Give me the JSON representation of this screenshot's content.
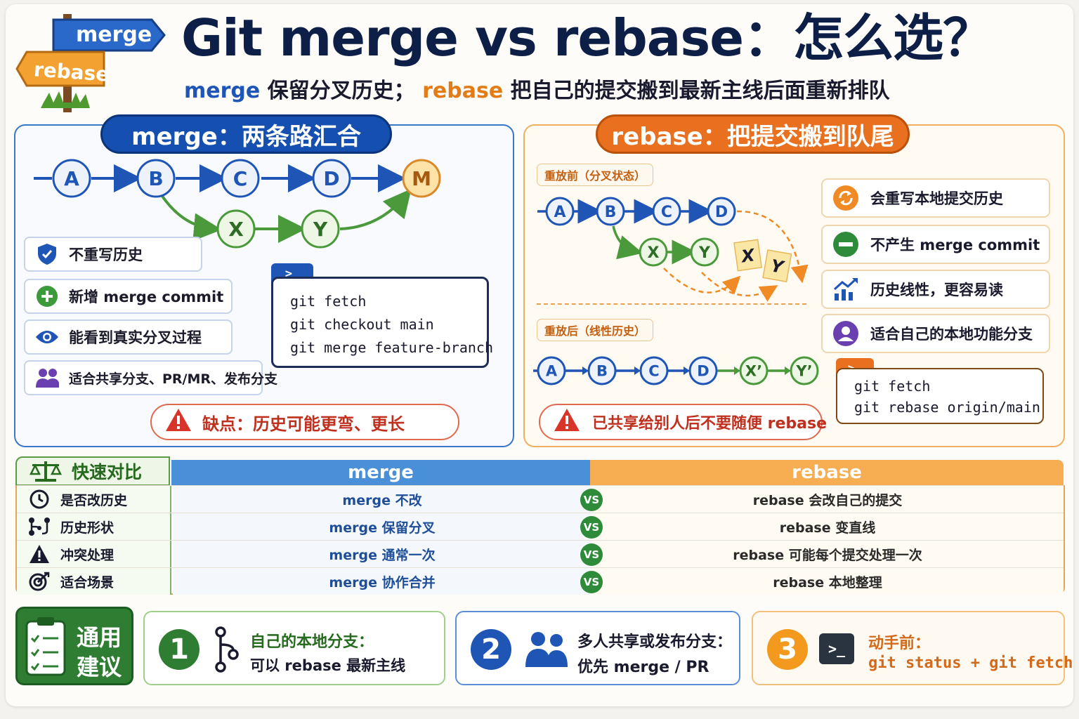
{
  "header": {
    "sign_top": "merge",
    "sign_bottom": "rebase",
    "title": "Git merge vs rebase：怎么选？",
    "subtitle_merge": "merge",
    "subtitle_part1": " 保留分叉历史；",
    "subtitle_rebase": "rebase",
    "subtitle_part2": " 把自己的提交搬到最新主线后面重新排队"
  },
  "merge_panel": {
    "title": "merge：两条路汇合",
    "graph": {
      "main_commits": [
        "A",
        "B",
        "C",
        "D",
        "M"
      ],
      "branch_commits": [
        "X",
        "Y"
      ]
    },
    "features": [
      {
        "icon": "shield-icon",
        "text": "不重写历史"
      },
      {
        "icon": "plus-icon",
        "text": "新增 merge commit"
      },
      {
        "icon": "eye-icon",
        "text": "能看到真实分叉过程"
      },
      {
        "icon": "users-icon",
        "text": "适合共享分支、PR/MR、发布分支"
      }
    ],
    "terminal_prompt": ">_",
    "code": [
      "git fetch",
      "git checkout main",
      "git merge feature-branch"
    ],
    "warning": "缺点：历史可能更弯、更长"
  },
  "rebase_panel": {
    "title": "rebase：把提交搬到队尾",
    "before_label": "重放前（分叉状态）",
    "after_label": "重放后（线性历史）",
    "before_main": [
      "A",
      "B",
      "C",
      "D"
    ],
    "before_branch": [
      "X",
      "Y"
    ],
    "moving_notes": [
      "X",
      "Y"
    ],
    "after_line": [
      "A",
      "B",
      "C",
      "D",
      "X’",
      "Y’"
    ],
    "features": [
      {
        "icon": "refresh-icon",
        "text": "会重写本地提交历史"
      },
      {
        "icon": "minus-icon",
        "text": "不产生 merge commit"
      },
      {
        "icon": "trend-icon",
        "text": "历史线性，更容易读"
      },
      {
        "icon": "user-icon",
        "text": "适合自己的本地功能分支"
      }
    ],
    "terminal_prompt": ">_",
    "code": [
      "git fetch",
      "git rebase origin/main"
    ],
    "warning": "已共享给别人后不要随便 rebase"
  },
  "comparison": {
    "label": "快速对比",
    "head_merge": "merge",
    "head_rebase": "rebase",
    "vs": "VS",
    "rows": [
      {
        "icon": "clock-icon",
        "label": "是否改历史",
        "merge": "merge 不改",
        "rebase": "rebase 会改自己的提交"
      },
      {
        "icon": "branch-icon",
        "label": "历史形状",
        "merge": "merge 保留分叉",
        "rebase": "rebase 变直线"
      },
      {
        "icon": "warning-icon",
        "label": "冲突处理",
        "merge": "merge 通常一次",
        "rebase": "rebase 可能每个提交处理一次"
      },
      {
        "icon": "target-icon",
        "label": "适合场景",
        "merge": "merge 协作合并",
        "rebase": "rebase 本地整理"
      }
    ]
  },
  "recommendations": {
    "label_line1": "通用",
    "label_line2": "建议",
    "items": [
      {
        "num": "1",
        "line1": "自己的本地分支：",
        "line2": "可以 rebase 最新主线"
      },
      {
        "num": "2",
        "line1": "多人共享或发布分支：",
        "line2": "优先 merge / PR"
      },
      {
        "num": "3",
        "line1": "动手前：",
        "line2": "git status + git fetch"
      }
    ],
    "terminal_prompt": ">_"
  },
  "colors": {
    "merge_blue": "#1550b0",
    "rebase_orange": "#e9701f",
    "branch_green": "#4a9a3c",
    "merge_commit_gold": "#f3a33a",
    "warning_red": "#d9342a"
  }
}
